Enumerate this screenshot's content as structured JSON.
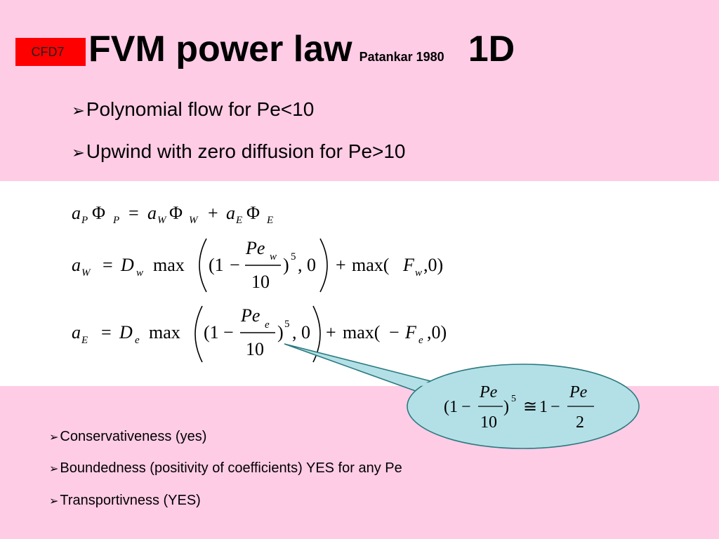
{
  "slide": {
    "badge": "CFD7",
    "title_main": "FVM power law",
    "title_ref": "Patankar 1980",
    "title_dim": "1D",
    "bullets_top": [
      "Polynomial flow for Pe<10",
      "Upwind with zero diffusion for Pe>10"
    ],
    "bullets_bottom": [
      "Conservativeness (yes)",
      "Boundedness (positivity of coefficients)  YES for any Pe",
      "Transportivness (YES)"
    ],
    "colors": {
      "band": "#ffcce6",
      "badge": "#ff0000",
      "callout": "#b3e0e6"
    }
  },
  "equations": {
    "eq1": {
      "a": "a",
      "P": "P",
      "Phi": "Φ",
      "eq": "=",
      "W": "W",
      "plus": "+",
      "E": "E"
    },
    "eq2": {
      "a": "a",
      "W": "W",
      "eq": "=",
      "D": "D",
      "w": "w",
      "max": "max",
      "open": "(1",
      "minus": "−",
      "Pe": "Pe",
      "ten": "10",
      "close": ")",
      "five": "5",
      "comma0": ", 0",
      "plus": "+",
      "max2": "max(",
      "F": "F",
      "tail": ",0)"
    },
    "eq3": {
      "a": "a",
      "E": "E",
      "eq": "=",
      "D": "D",
      "e": "e",
      "max": "max",
      "open": "(1",
      "minus": "−",
      "Pe": "Pe",
      "ten": "10",
      "close": ")",
      "five": "5",
      "comma0": ", 0",
      "plus": "+",
      "max2": "max(",
      "F": "F",
      "tail": ",0)"
    },
    "callout": {
      "open": "(1",
      "minus": "−",
      "Pe": "Pe",
      "ten": "10",
      "close": ")",
      "five": "5",
      "approx": "≅",
      "one": "1",
      "two": "2"
    }
  }
}
